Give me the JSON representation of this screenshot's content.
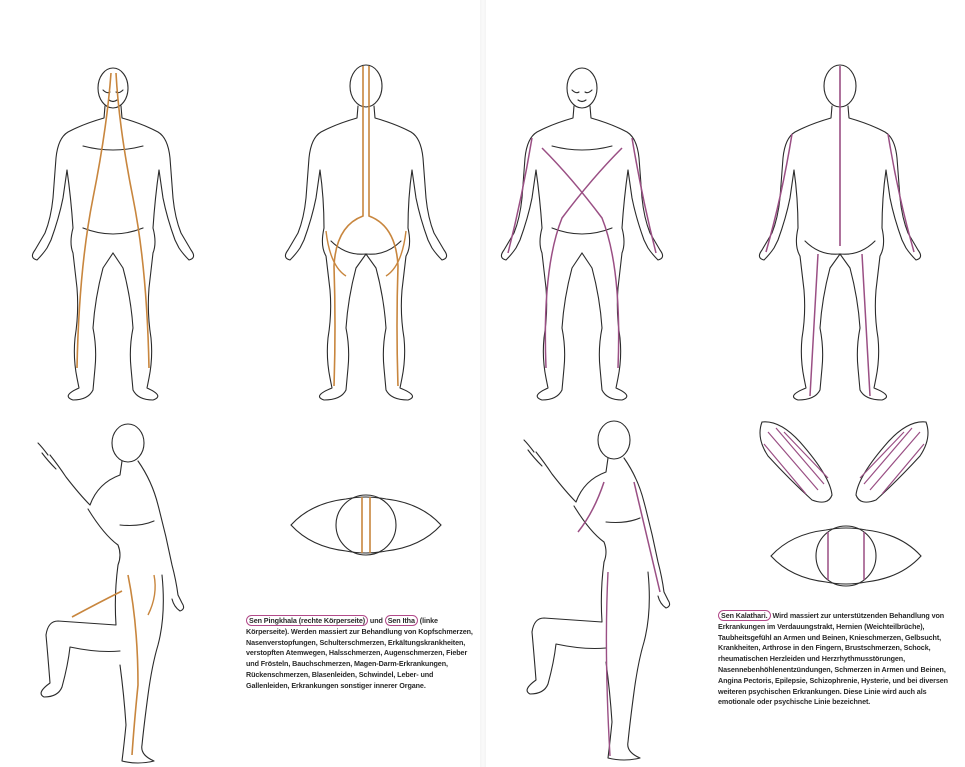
{
  "colors": {
    "outline": "#2b2b2b",
    "sen_line_left": "#c8863e",
    "sen_line_right": "#9a4f84",
    "highlight": "#b24a8a"
  },
  "left_page": {
    "caption": {
      "term1": "Sen Pingkhala (rechte Körperseite)",
      "connector": " und ",
      "term2": "Sen Itha",
      "body": "(linke Körperseite). Werden massiert zur Behandlung von Kopfschmerzen, Nasenverstopfungen, Schulterschmerzen, Erkältungskrankheiten, verstopften Atemwegen, Halsschmerzen, Augenschmerzen, Fieber und Frösteln, Bauchschmerzen, Magen-Darm-Erkrankungen, Rückenschmerzen, Blasenleiden, Schwindel, Leber- und Gallenleiden, Erkrankungen sonstiger innerer Organe."
    }
  },
  "right_page": {
    "caption": {
      "term": "Sen Kalathari.",
      "body": "Wird massiert zur unterstützenden Behandlung von Erkrankungen im Verdauungstrakt, Hernien (Weichteilbrüche), Taubheitsgefühl an Armen und Beinen, Knieschmerzen, Gelbsucht, Krankheiten, Arthrose in den Fingern, Brustschmerzen, Schock, rheumatischen Herzleiden und Herzrhythmusstörungen, Nasennebenhöhlenentzündungen, Schmerzen in Armen und Beinen, Angina Pectoris, Epilepsie, Schizophrenie, Hysterie, und bei diversen weiteren psychischen Erkrankungen. Diese Linie wird auch als emotionale oder psychische Linie bezeichnet."
    }
  }
}
